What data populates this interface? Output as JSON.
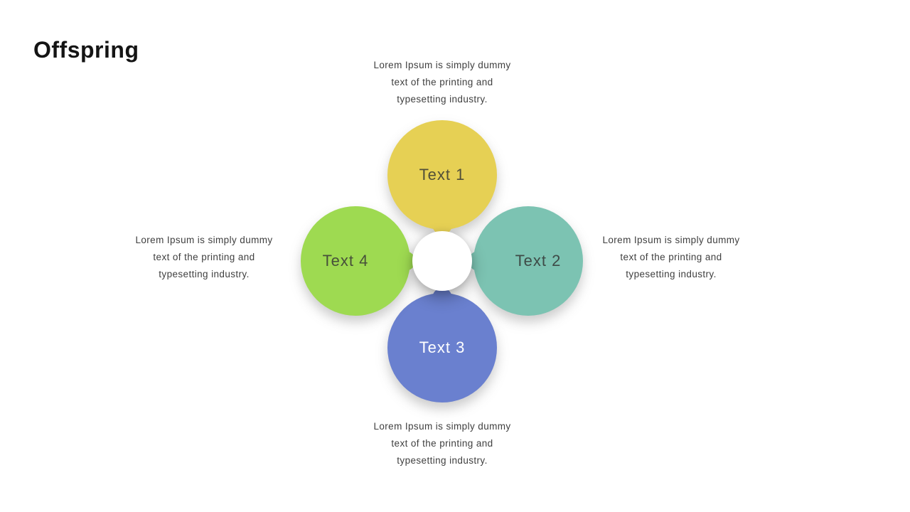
{
  "slide": {
    "title": "Offspring",
    "background_color": "#FFFFFF"
  },
  "diagram": {
    "caption_full": "Lorem Ipsum is simply dummy text of the printing and typesetting industry.",
    "caption_lines": [
      "Lorem Ipsum is simply dummy",
      "text of the printing and",
      "typesetting industry."
    ],
    "center": {
      "color": "#FFFFFF"
    },
    "petals": [
      {
        "label": "Text 1",
        "position": "top",
        "color": "#E6D054",
        "label_color": "#514F38"
      },
      {
        "label": "Text 2",
        "position": "right",
        "color": "#7CC3B2",
        "label_color": "#3E4B47"
      },
      {
        "label": "Text 3",
        "position": "bottom",
        "color": "#6A80CF",
        "label_color": "#FFFFFF"
      },
      {
        "label": "Text 4",
        "position": "left",
        "color": "#9EDA51",
        "label_color": "#47503A"
      }
    ]
  }
}
